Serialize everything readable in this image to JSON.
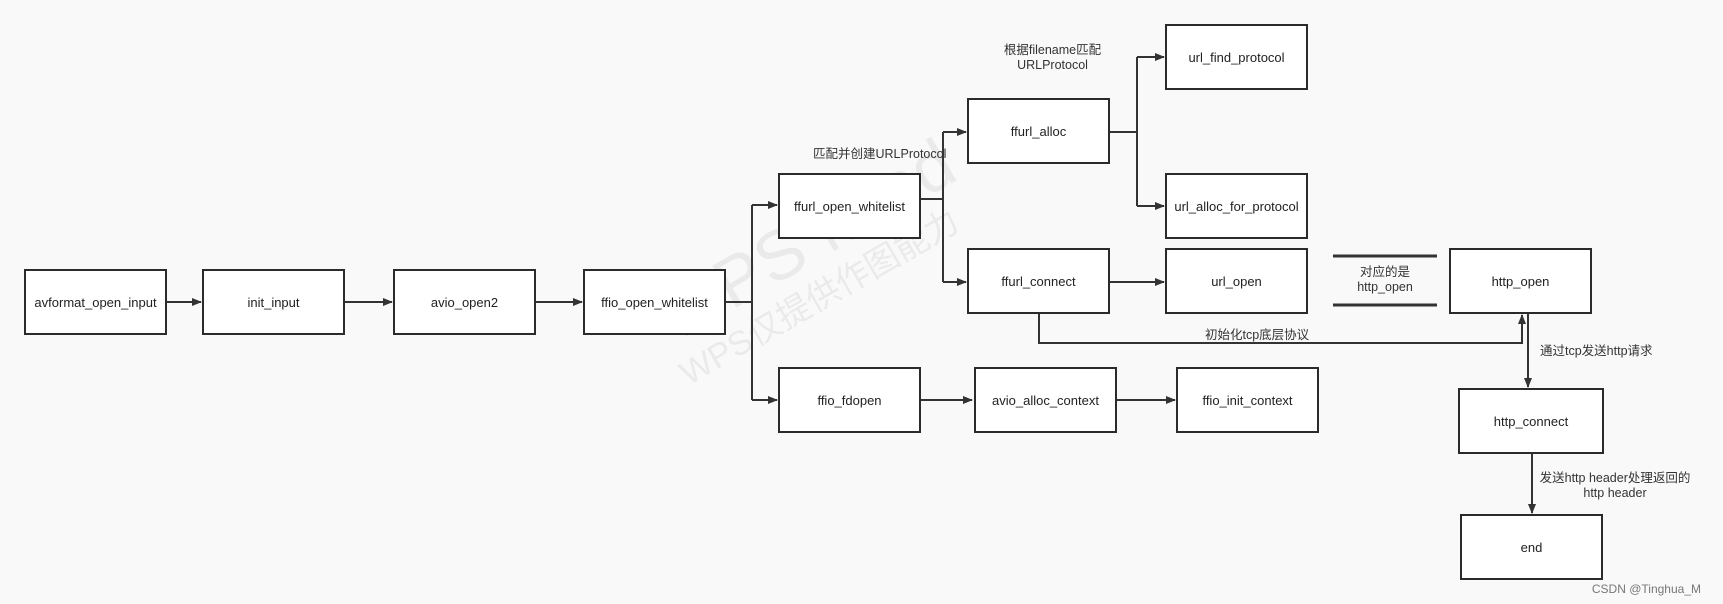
{
  "watermark": {
    "big": "WPS Mind",
    "small": "WPS仅提供作图能力"
  },
  "nodes": {
    "avformat_open_input": "avformat_open_input",
    "init_input": "init_input",
    "avio_open2": "avio_open2",
    "ffio_open_whitelist": "ffio_open_whitelist",
    "ffurl_open_whitelist": "ffurl_open_whitelist",
    "ffio_fdopen": "ffio_fdopen",
    "avio_alloc_context": "avio_alloc_context",
    "ffio_init_context": "ffio_init_context",
    "ffurl_alloc": "ffurl_alloc",
    "ffurl_connect": "ffurl_connect",
    "url_find_protocol": "url_find_protocol",
    "url_alloc_for_protocol": "url_alloc_for_protocol",
    "url_open": "url_open",
    "http_open": "http_open",
    "http_connect": "http_connect",
    "end": "end"
  },
  "labels": {
    "match_create": "匹配并创建URLProtocol",
    "by_filename_1": "根据filename匹配",
    "by_filename_2": "URLProtocol",
    "corresponds_1": "对应的是",
    "corresponds_2": "http_open",
    "init_tcp": "初始化tcp底层协议",
    "send_http": "通过tcp发送http请求",
    "send_header_1": "发送http header处理返回的",
    "send_header_2": "http header"
  },
  "credit": "CSDN @Tinghua_M",
  "colors": {
    "line": "#333333",
    "box_border": "#2b2b2b",
    "background": "#f9f9f9"
  }
}
